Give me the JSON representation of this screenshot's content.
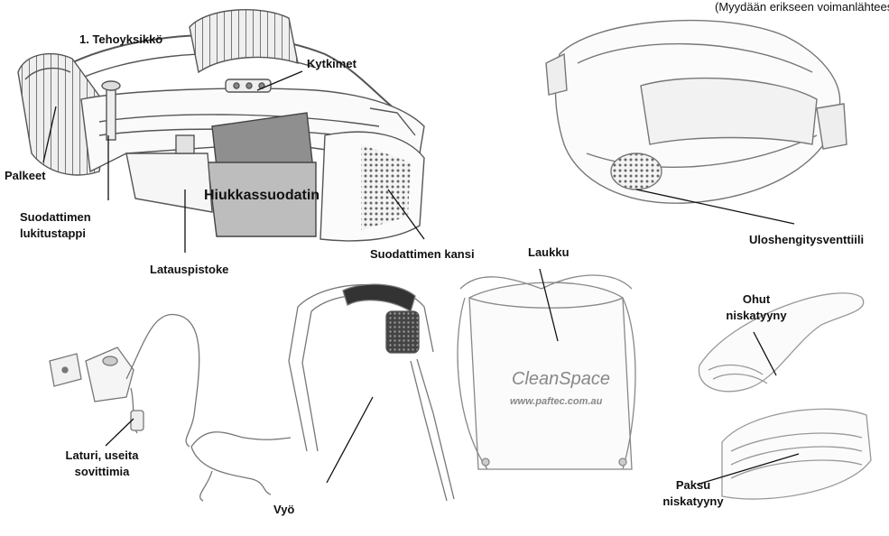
{
  "note": "(Myydään erikseen voimanlähteestä)",
  "labels": {
    "power_unit": "1. Tehoyksikkö",
    "switches": "Kytkimet",
    "bellows": "Palkeet",
    "filter_lock_pin_1": "Suodattimen",
    "filter_lock_pin_2": "lukitustappi",
    "particle_filter": "Hiukkassuodatin",
    "charging_plug": "Latauspistoke",
    "filter_cover": "Suodattimen kansi",
    "exhale_valve": "Uloshengitysventtiili",
    "bag": "Laukku",
    "thin_neck_1": "Ohut",
    "thin_neck_2": "niskatyyny",
    "thick_neck_1": "Paksu",
    "thick_neck_2": "niskatyyny",
    "charger_1": "Laturi, useita",
    "charger_2": "sovittimia",
    "belt": "Vyö"
  },
  "bag_print": {
    "brand": "CleanSpace",
    "url": "www.paftec.com.au"
  }
}
